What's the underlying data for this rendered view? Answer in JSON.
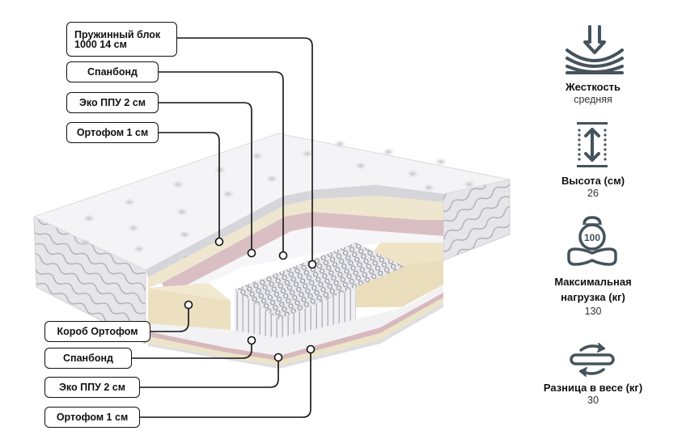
{
  "diagram": {
    "layer_labels_top": [
      {
        "line1": "Пружинный блок",
        "line2": "1000 14 см"
      },
      {
        "text": "Спанбонд"
      },
      {
        "text": "Эко ППУ 2 см"
      },
      {
        "text": "Ортофом 1 см"
      }
    ],
    "layer_labels_bottom": [
      {
        "text": "Короб Ортофом"
      },
      {
        "text": "Спанбонд"
      },
      {
        "text": "Эко ППУ 2 см"
      },
      {
        "text": "Ортофом 1 см"
      }
    ],
    "colors": {
      "icon": "#44535c",
      "foam_cream": "#efe6cf",
      "foam_pink": "#d9bfc4",
      "cover": "#f4f4f6",
      "leader": "#111111"
    }
  },
  "features": [
    {
      "icon": "firmness-icon",
      "title": "Жесткость",
      "value": "средняя"
    },
    {
      "icon": "height-icon",
      "title": "Высота (см)",
      "value": "26"
    },
    {
      "icon": "max-load-icon",
      "icon_text": "100",
      "title_line1": "Максимальная",
      "title_line2": "нагрузка (кг)",
      "value": "130"
    },
    {
      "icon": "weight-difference-icon",
      "title": "Разница в весе (кг)",
      "value": "30"
    }
  ]
}
